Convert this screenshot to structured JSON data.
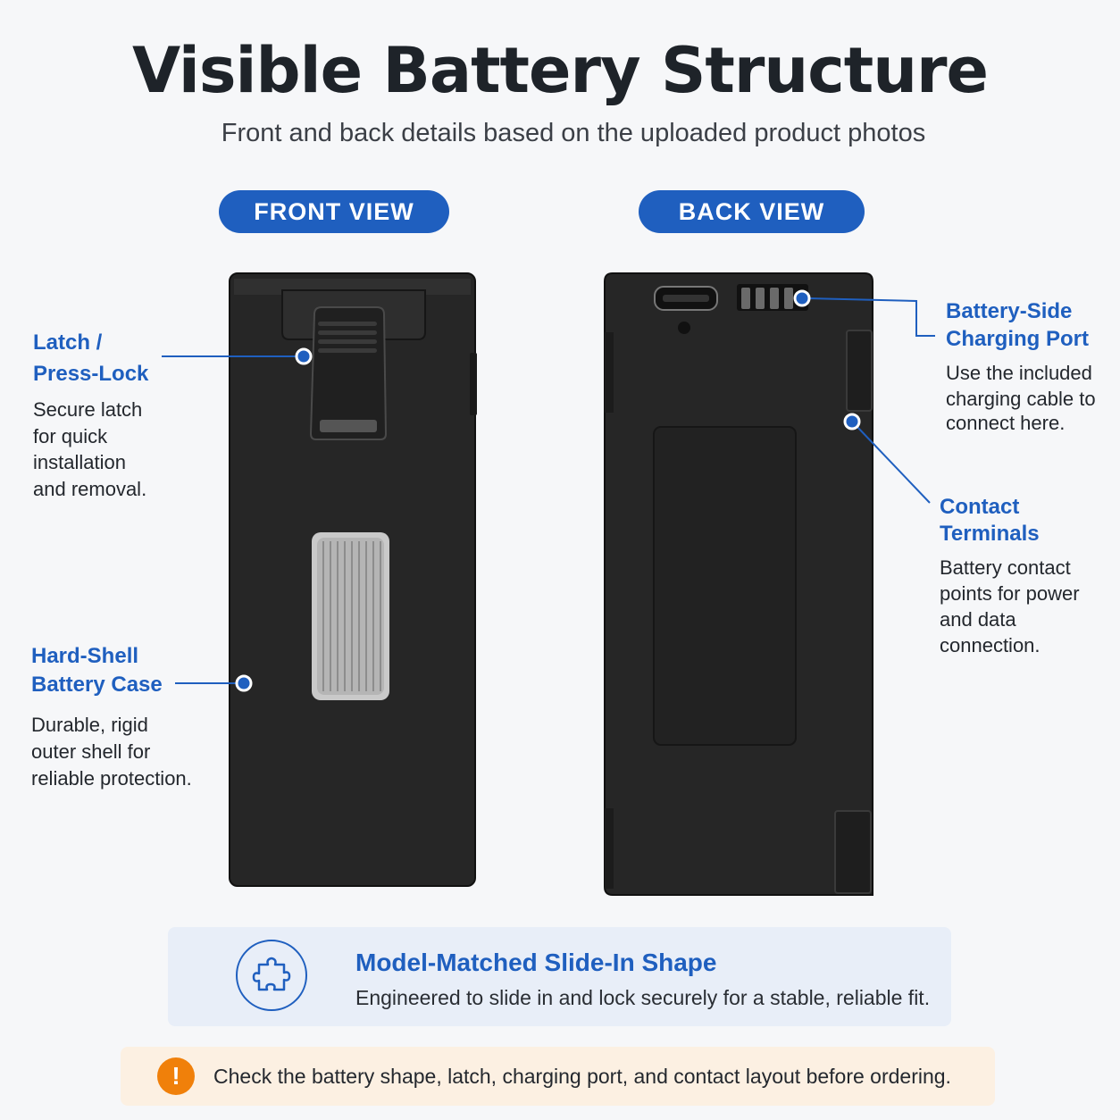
{
  "page": {
    "title": "Visible Battery Structure",
    "subtitle": "Front and back details based on the uploaded product photos"
  },
  "views": {
    "front_label": "FRONT VIEW",
    "back_label": "BACK VIEW"
  },
  "callouts": {
    "latch": {
      "title_line1": "Latch /",
      "title_line2": "Press-Lock",
      "text_lines": [
        "Secure latch",
        "for quick",
        "installation",
        "and removal."
      ]
    },
    "case": {
      "title_line1": "Hard-Shell",
      "title_line2": "Battery Case",
      "text_lines": [
        "Durable, rigid",
        "outer shell for",
        "reliable protection."
      ]
    },
    "port": {
      "title_line1": "Battery-Side",
      "title_line2": "Charging Port",
      "text_lines": [
        "Use the included",
        "charging cable to",
        "connect here."
      ]
    },
    "contacts": {
      "title_line1": "Contact",
      "title_line2": "Terminals",
      "text_lines": [
        "Battery contact",
        "points for power",
        "and data",
        "connection."
      ]
    }
  },
  "feature": {
    "icon": "puzzle-piece-icon",
    "title": "Model-Matched Slide-In Shape",
    "text": "Engineered to slide in and lock securely for a stable, reliable fit."
  },
  "notice": {
    "icon": "exclamation-icon",
    "icon_glyph": "!",
    "text": "Check the battery shape, latch, charging port, and contact layout before ordering."
  },
  "colors": {
    "accent": "#1f5fbf",
    "warning": "#f0800a",
    "battery": "#262626"
  }
}
